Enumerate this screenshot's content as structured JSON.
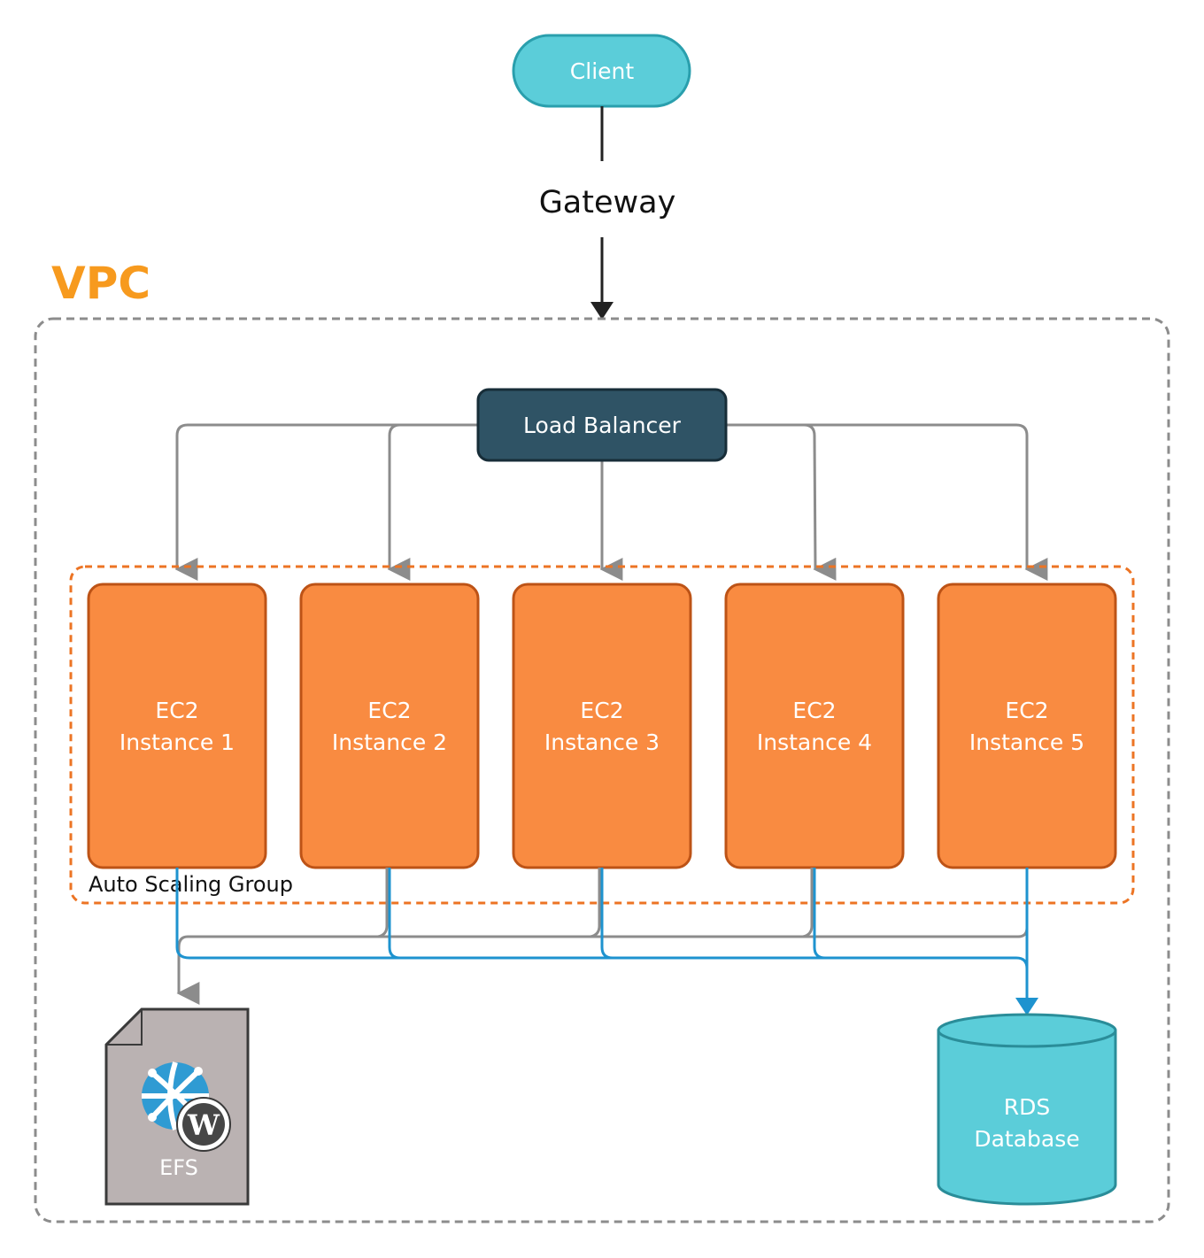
{
  "client": {
    "label": "Client"
  },
  "gateway": {
    "label": "Gateway"
  },
  "vpc": {
    "label": "VPC"
  },
  "load_balancer": {
    "label": "Load Balancer"
  },
  "asg": {
    "label": "Auto Scaling Group"
  },
  "instances": [
    {
      "line1": "EC2",
      "line2": "Instance 1"
    },
    {
      "line1": "EC2",
      "line2": "Instance 2"
    },
    {
      "line1": "EC2",
      "line2": "Instance 3"
    },
    {
      "line1": "EC2",
      "line2": "Instance 4"
    },
    {
      "line1": "EC2",
      "line2": "Instance 5"
    }
  ],
  "efs": {
    "label": "EFS"
  },
  "rds": {
    "line1": "RDS",
    "line2": "Database"
  },
  "colors": {
    "client_fill": "#5bcdd9",
    "client_stroke": "#2a9fad",
    "vpc_label": "#f79a1e",
    "vpc_border": "#8c8c8c",
    "lb_fill": "#2f5365",
    "lb_stroke": "#172d38",
    "instance_fill": "#f98b41",
    "instance_stroke": "#bd5316",
    "asg_border": "#ec7424",
    "gray_line": "#8c8c8c",
    "blue_line": "#1e93cf",
    "efs_fill": "#bab2b2",
    "rds_fill": "#5bcdd9",
    "rds_stroke": "#2a8d99"
  }
}
